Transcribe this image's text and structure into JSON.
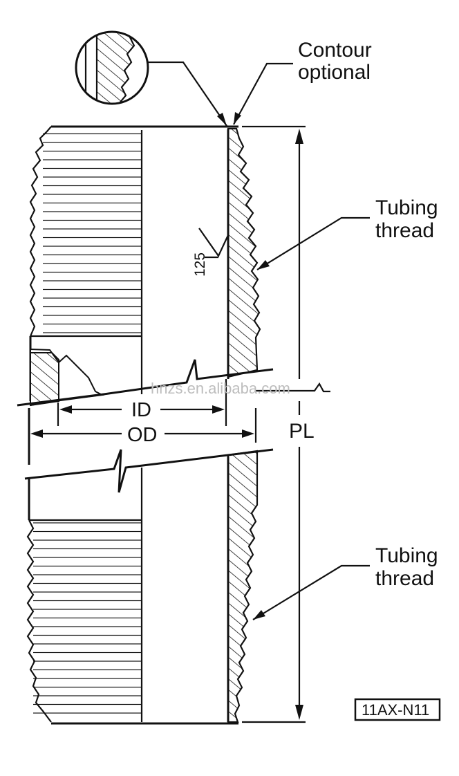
{
  "drawing": {
    "contour_label": [
      "Contour",
      "optional"
    ],
    "tubing_thread_upper": [
      "Tubing",
      "thread"
    ],
    "tubing_thread_lower": [
      "Tubing",
      "thread"
    ],
    "roughness_value": "125",
    "id_label": "ID",
    "od_label": "OD",
    "pl_label": "PL",
    "figure_id": "11AX-N11",
    "watermark": "hnzs.en.alibaba.com"
  }
}
